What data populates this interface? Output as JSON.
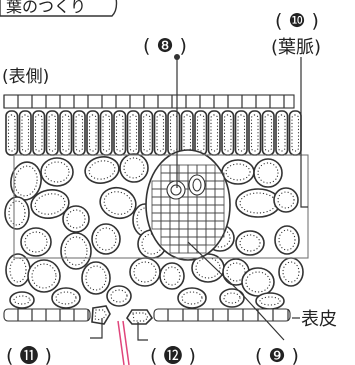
{
  "title": "葉のつくり",
  "labels": {
    "upper_side": "(表側)",
    "vein": "(葉脈)",
    "epidermis": "表皮"
  },
  "blanks": [
    {
      "marker": "8",
      "text": "( ❽ )"
    },
    {
      "marker": "9",
      "text": "( ❾ )"
    },
    {
      "marker": "10",
      "text": "( ❿ )"
    },
    {
      "marker": "11",
      "text": "( ⓫ )"
    },
    {
      "marker": "12",
      "text": "( ⓬ )"
    }
  ],
  "colors": {
    "line": "#333333",
    "pointer": "#e0457b"
  }
}
